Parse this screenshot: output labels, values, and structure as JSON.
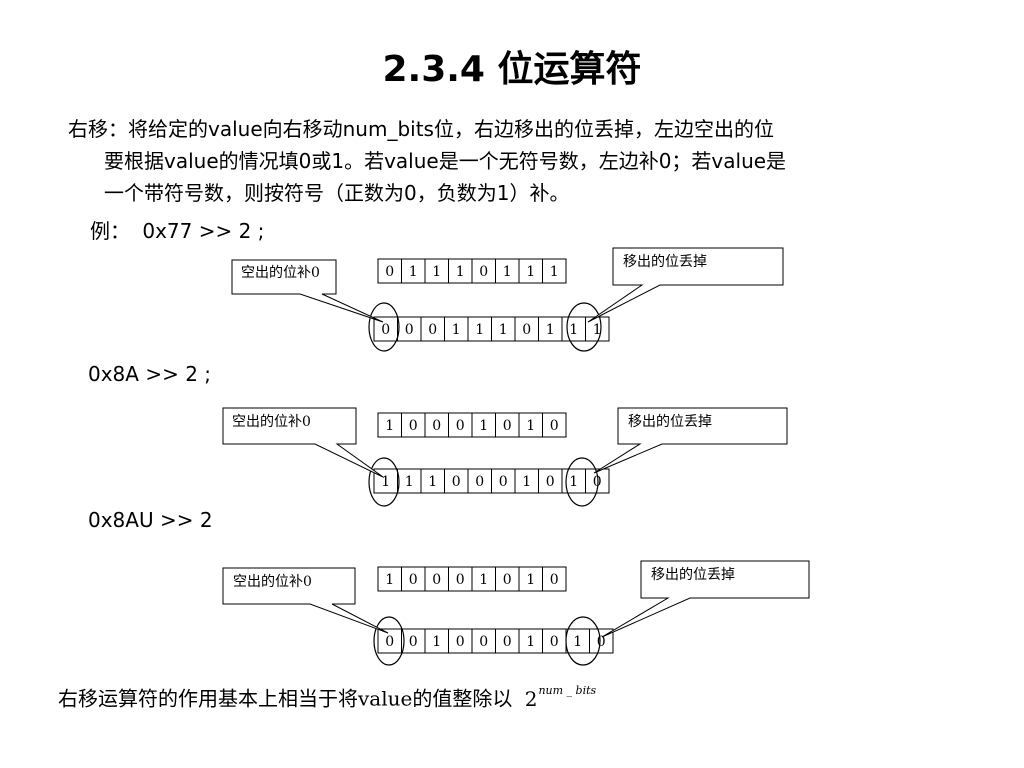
{
  "slide": {
    "title": "2.3.4 位运算符",
    "paragraph": [
      "右移：将给定的value向右移动num_bits位，右边移出的位丢掉，左边空出的位",
      "要根据value的情况填0或1。若value是一个无符号数，左边补0；若value是",
      "一个带符号数，则按符号（正数为0，负数为1）补。"
    ],
    "example_prefix": "例：",
    "conclusion": "右移运算符的作用基本上相当于将value的值整除以",
    "conclusion_base": "2",
    "conclusion_exponent": "num _ bits"
  },
  "examples": [
    {
      "expr": "0x77 >> 2 ;",
      "input_bits": [
        "0",
        "1",
        "1",
        "1",
        "0",
        "1",
        "1",
        "1"
      ],
      "output_bits": [
        "0",
        "0",
        "0",
        "1",
        "1",
        "1",
        "0",
        "1",
        "1",
        "1"
      ],
      "left_callout": "空出的位补0",
      "right_callout": "移出的位丢掉"
    },
    {
      "expr": "0x8A >> 2 ;",
      "input_bits": [
        "1",
        "0",
        "0",
        "0",
        "1",
        "0",
        "1",
        "0"
      ],
      "output_bits": [
        "1",
        "1",
        "1",
        "0",
        "0",
        "0",
        "1",
        "0",
        "1",
        "0"
      ],
      "left_callout": "空出的位补0",
      "right_callout": "移出的位丢掉"
    },
    {
      "expr": "0x8AU >> 2",
      "input_bits": [
        "1",
        "0",
        "0",
        "0",
        "1",
        "0",
        "1",
        "0"
      ],
      "output_bits": [
        "0",
        "0",
        "1",
        "0",
        "0",
        "0",
        "1",
        "0",
        "1",
        "0"
      ],
      "left_callout": "空出的位补0",
      "right_callout": "移出的位丢掉"
    }
  ]
}
